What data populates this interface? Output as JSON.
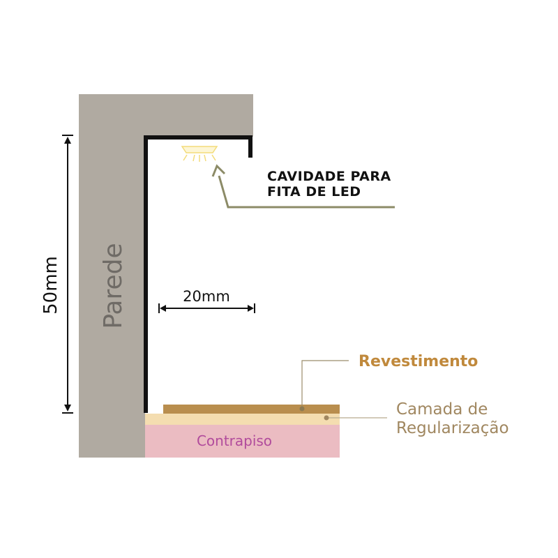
{
  "labels": {
    "wall": "Parede",
    "height_dim": "50mm",
    "width_dim": "20mm",
    "cavity_line1": "CAVIDADE PARA",
    "cavity_line2": "FITA DE LED",
    "finish": "Revestimento",
    "leveling_line1": "Camada de",
    "leveling_line2": "Regularização",
    "subfloor": "Contrapiso"
  },
  "colors": {
    "wall": "#b0aaa1",
    "wall_text": "#6f6b66",
    "profile": "#111111",
    "finish_layer": "#b98e4e",
    "leveling_layer": "#f4ddb0",
    "subfloor_layer": "#ebbcc2",
    "subfloor_text": "#b14b9c",
    "finish_text": "#c0893c",
    "leveling_text": "#a08760",
    "arrow": "#8c8b67",
    "led_glow": "#f3dc7a"
  },
  "icons": {
    "led": "led-strip-icon"
  }
}
